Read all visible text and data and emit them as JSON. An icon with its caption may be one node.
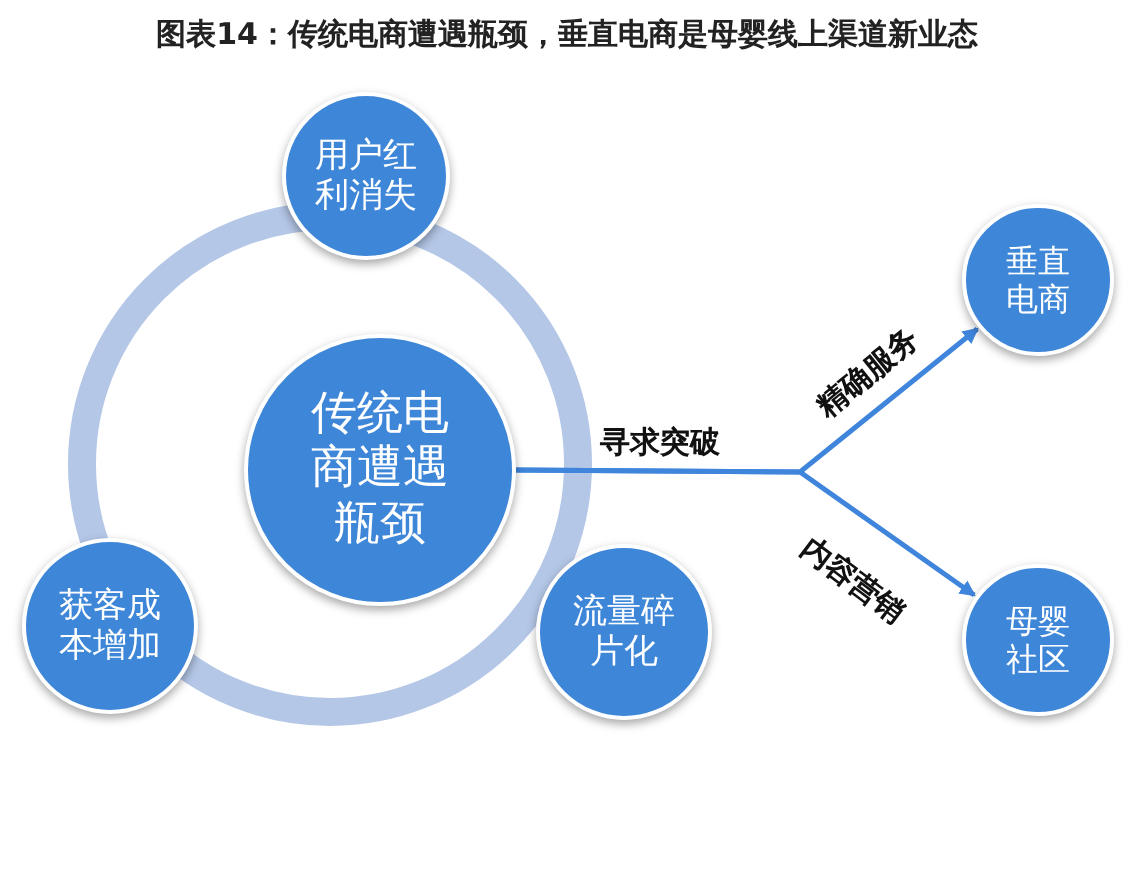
{
  "diagram": {
    "title": "图表14：传统电商遭遇瓶颈，垂直电商是母婴线上渠道新业态",
    "nodes": [
      {
        "text": [
          "用户红利消失"
        ]
      },
      {
        "text": [
          "传统电商遭遇瓶颈"
        ]
      },
      {
        "text": [
          "垂直电商"
        ]
      },
      {
        "text": [
          "获客成本增加"
        ]
      },
      {
        "text": [
          "流量碎片化"
        ]
      },
      {
        "text": [
          "母婴社区"
        ]
      }
    ],
    "edges": [
      {
        "from": 1,
        "to": 2,
        "arrow": "to",
        "label": "精确服务"
      },
      {
        "from": 1,
        "to": 5,
        "arrow": "to",
        "label": "内容营销"
      }
    ],
    "labels": [
      "寻求突破"
    ]
  }
}
